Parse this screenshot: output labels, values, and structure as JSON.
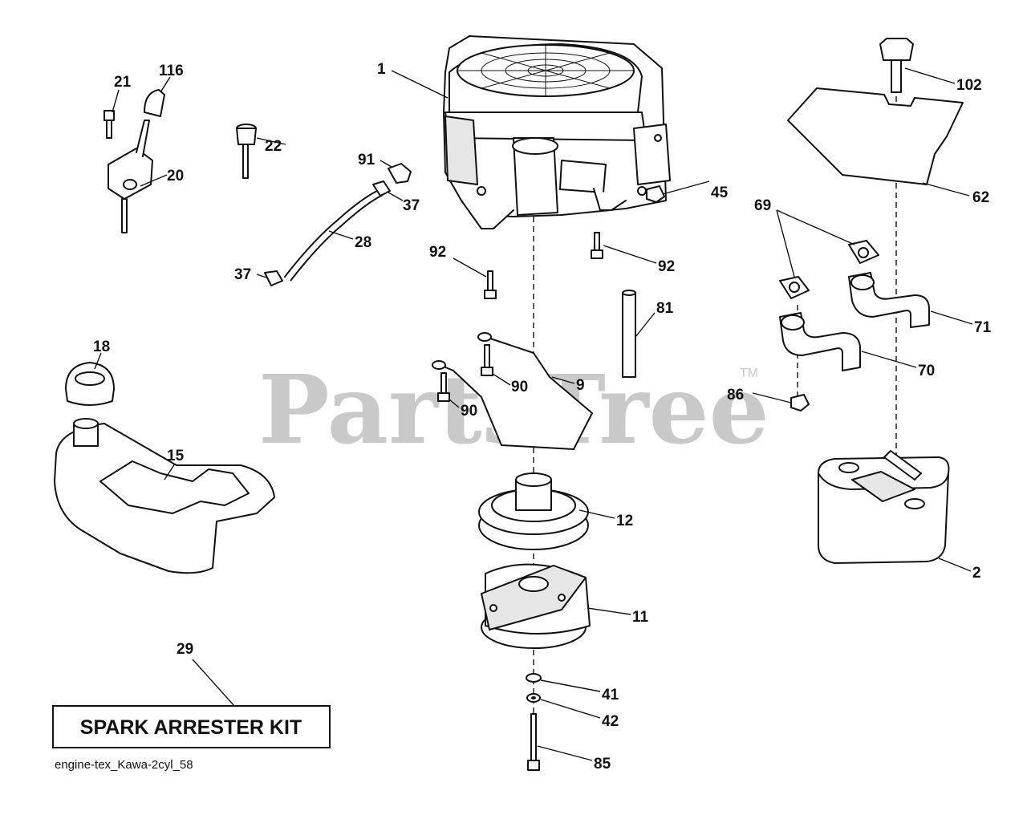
{
  "watermark": {
    "text": "PartsTree",
    "trademark": "TM"
  },
  "kit_box": {
    "label": "SPARK ARRESTER KIT"
  },
  "caption": "engine-tex_Kawa-2cyl_58",
  "callouts": {
    "c1": "1",
    "c2": "2",
    "c9": "9",
    "c11": "11",
    "c12": "12",
    "c15": "15",
    "c18": "18",
    "c20": "20",
    "c21": "21",
    "c22": "22",
    "c28": "28",
    "c29": "29",
    "c37a": "37",
    "c37b": "37",
    "c41": "41",
    "c42": "42",
    "c45": "45",
    "c62": "62",
    "c69": "69",
    "c70": "70",
    "c71": "71",
    "c81": "81",
    "c85": "85",
    "c86": "86",
    "c90a": "90",
    "c90b": "90",
    "c91": "91",
    "c92a": "92",
    "c92b": "92",
    "c102": "102",
    "c116": "116"
  }
}
